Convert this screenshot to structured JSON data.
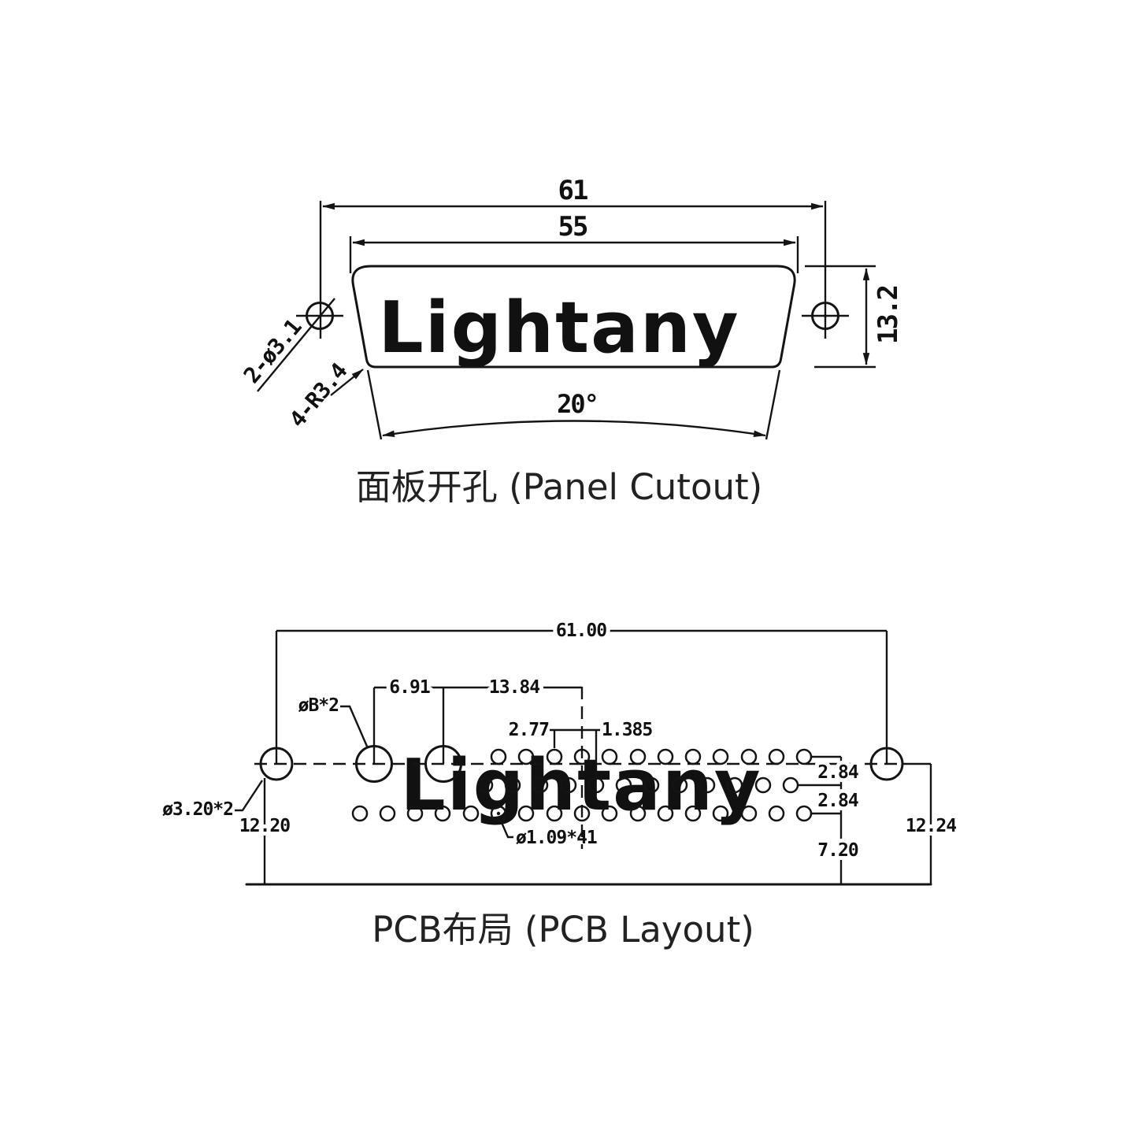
{
  "watermark": {
    "text": "Lightany",
    "color": "#fbdada"
  },
  "panel_cutout": {
    "title": "面板开孔 (Panel Cutout)",
    "dim_width_outer": "61",
    "dim_width_inner": "55",
    "dim_height": "13.2",
    "dim_angle": "20°",
    "label_mount_holes": "2-ø3.1",
    "label_corner_radius": "4-R3.4"
  },
  "pcb_layout": {
    "title": "PCB布局 (PCB Layout)",
    "dim_mount_span": "61.00",
    "dim_power_pitch": "6.91",
    "dim_power_to_center": "13.84",
    "dim_pin_pitch": "2.77",
    "dim_half_pitch": "1.385",
    "dim_row_gap_1": "2.84",
    "dim_row_gap_2": "2.84",
    "dim_row3_to_edge": "7.20",
    "dim_left_height": "12.20",
    "dim_right_height": "12.24",
    "label_power_holes": "øB*2",
    "label_mount_holes": "ø3.20*2",
    "label_pin_holes": "ø1.09*41"
  }
}
